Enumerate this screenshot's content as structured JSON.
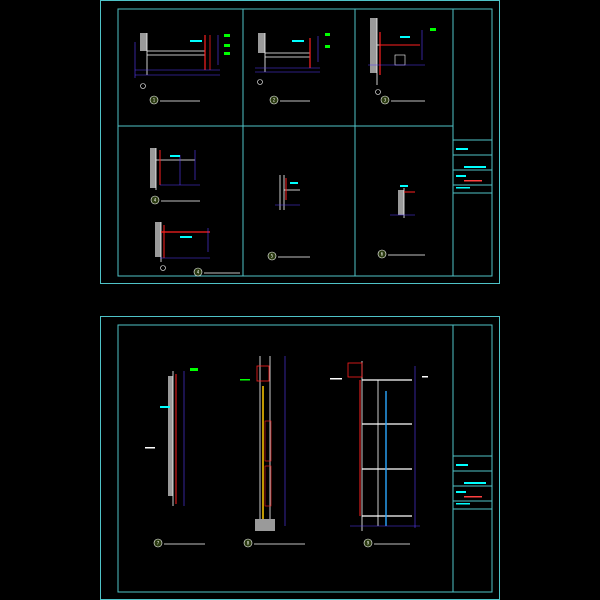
{
  "colors": {
    "frame_outer": "#4fc3c8",
    "frame_inner": "#4fc3c8",
    "dim_line": "#5a3cff",
    "wall": "#ffffff",
    "cut": "#ff2020",
    "note": "#00ff00",
    "hatch": "#9a9a9a",
    "glass": "#2aa7ff",
    "title_block_text": "#00ffff",
    "title_block_red": "#ff4040"
  },
  "sheets": [
    {
      "id": "sheet-1",
      "details": [
        {
          "num": "1"
        },
        {
          "num": "2"
        },
        {
          "num": "3"
        },
        {
          "num": "4"
        },
        {
          "num": "4"
        },
        {
          "num": "5"
        },
        {
          "num": "6"
        }
      ]
    },
    {
      "id": "sheet-2",
      "details": [
        {
          "num": "7"
        },
        {
          "num": "8"
        },
        {
          "num": "9"
        }
      ]
    }
  ]
}
